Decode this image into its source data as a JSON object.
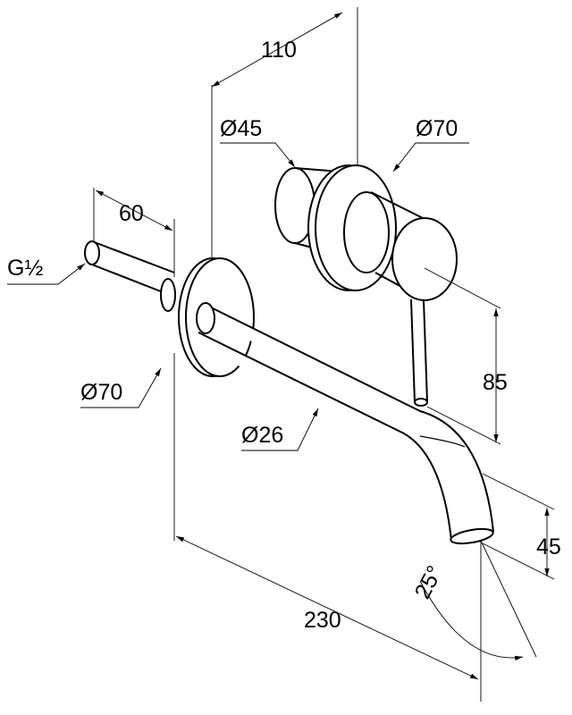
{
  "drawing": {
    "labels": {
      "dim_110": "110",
      "dia_45": "Ø45",
      "dia_70_top": "Ø70",
      "dim_60": "60",
      "thread": "G½",
      "dia_70_left": "Ø70",
      "dim_85": "85",
      "dia_26": "Ø26",
      "dim_45": "45",
      "angle_25": "25°",
      "dim_230": "230"
    },
    "colors": {
      "line": "#000000",
      "background": "#ffffff"
    }
  }
}
